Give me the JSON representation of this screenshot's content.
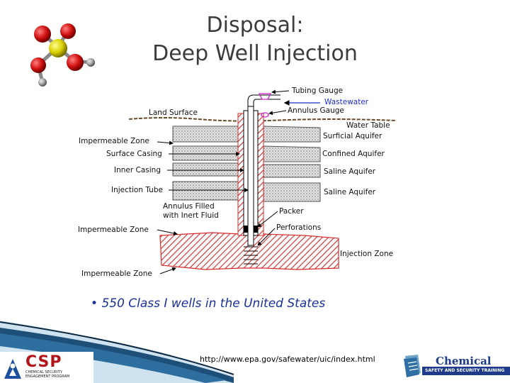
{
  "slide": {
    "title_line1": "Disposal:",
    "title_line2": "Deep Well Injection"
  },
  "diagram": {
    "labels": {
      "tubing_gauge": "Tubing Gauge",
      "wastewater": "Wastewater",
      "annulus_gauge": "Annulus Gauge",
      "land_surface": "Land Surface",
      "water_table": "Water Table",
      "surficial_aquifer": "Surficial Aquifer",
      "confined_aquifer": "Confined Aquifer",
      "saline_aquifer_1": "Saline Aquifer",
      "saline_aquifer_2": "Saline Aquifer",
      "impermeable_zone_top": "Impermeable Zone",
      "surface_casing": "Surface Casing",
      "inner_casing": "Inner Casing",
      "injection_tube": "Injection Tube",
      "annulus_filled_1": "Annulus Filled",
      "annulus_filled_2": "with Inert Fluid",
      "packer": "Packer",
      "perforations": "Perforations",
      "impermeable_zone_mid": "Impermeable Zone",
      "injection_zone": "Injection Zone",
      "impermeable_zone_bottom": "Impermeable Zone"
    },
    "colors": {
      "hatch_red": "#d42a2a",
      "gray_layer": "#c8c8c8",
      "wastewater_blue": "#1b2fd1",
      "gauge_magenta": "#d020d0"
    }
  },
  "bullet": {
    "text": "550 Class I wells in the United States"
  },
  "footer": {
    "url": "http://www.epa.gov/safewater/uic/index.html",
    "csp_logo": "CSP",
    "csp_subtitle": "CHEMICAL SECURITY ENGAGEMENT PROGRAM",
    "chemical_logo": "Chemical",
    "chemical_subtitle": "SAFETY AND SECURITY TRAINING"
  }
}
